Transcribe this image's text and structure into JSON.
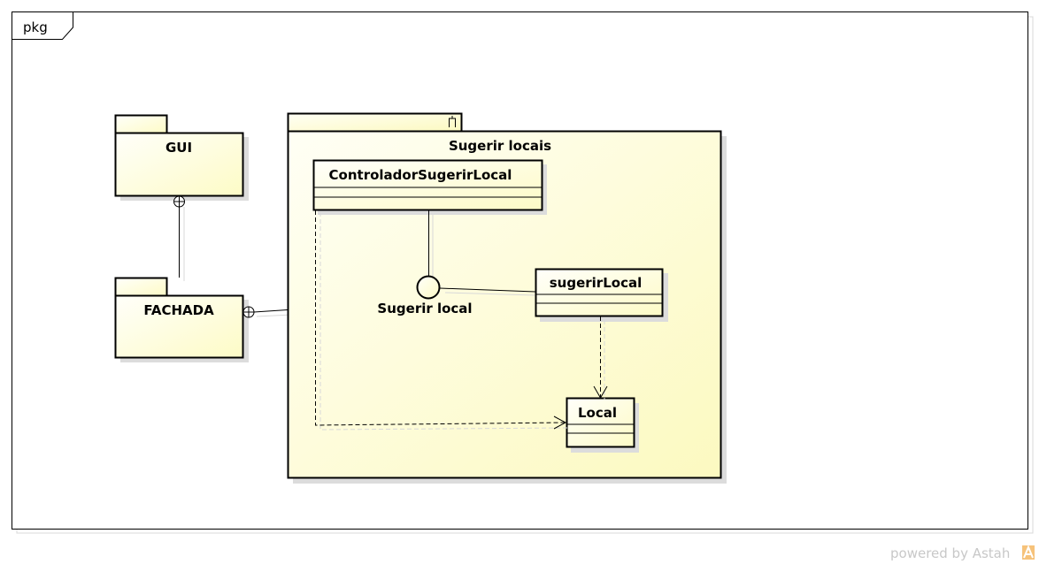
{
  "frame": {
    "label": "pkg"
  },
  "packages": {
    "gui": "GUI",
    "fachada": "FACHADA",
    "sugerir": "Sugerir locais"
  },
  "classes": {
    "controlador": "ControladorSugerirLocal",
    "sugerir_local": "sugerirLocal",
    "local": "Local"
  },
  "interface": {
    "label": "Sugerir local"
  },
  "footer": {
    "powered_by": "powered by Astah"
  },
  "colors": {
    "fill_light": "#fefde8",
    "fill_yellow": "#fdfbc8",
    "shadow": "#d9d9d9",
    "stroke": "#000000"
  }
}
